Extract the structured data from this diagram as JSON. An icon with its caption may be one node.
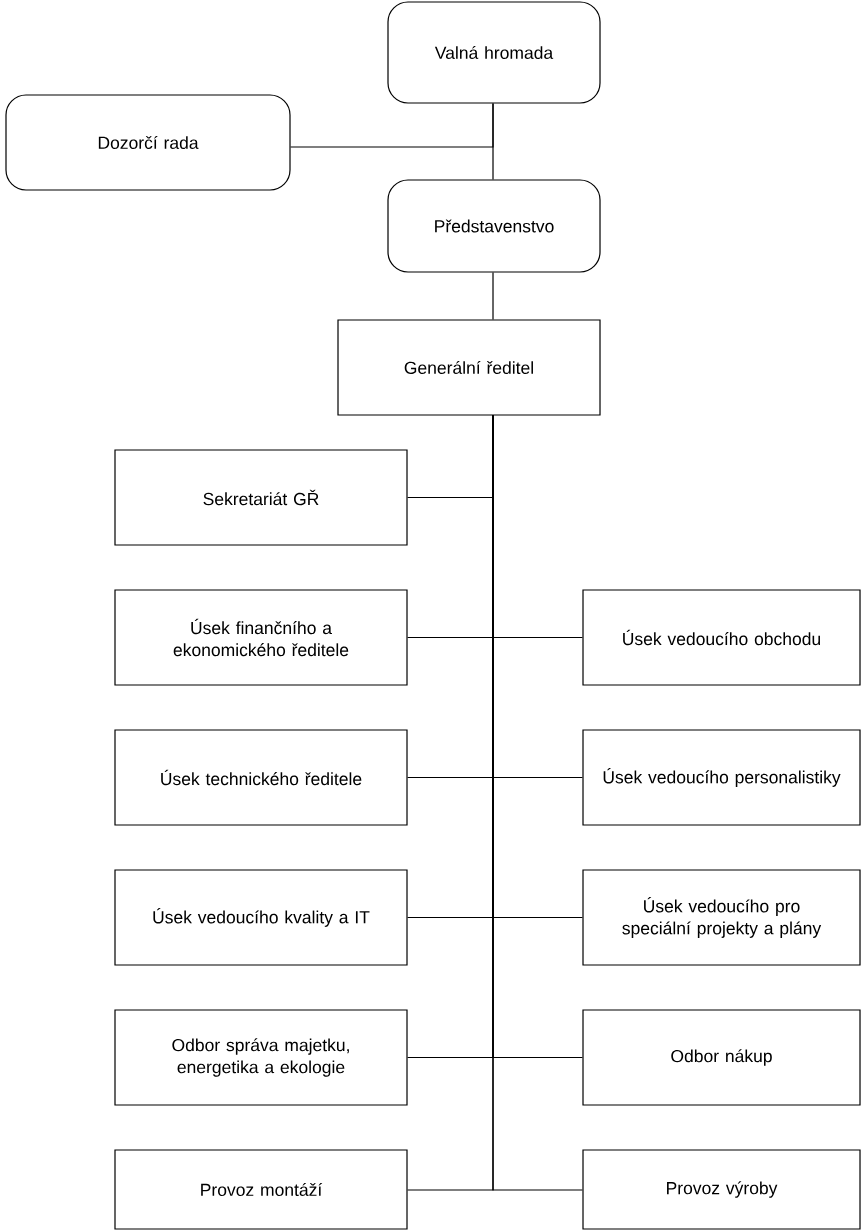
{
  "diagram": {
    "nodes": [
      {
        "text": [
          "Valná hromada"
        ]
      },
      {
        "text": [
          "Dozorčí rada"
        ]
      },
      {
        "text": [
          "Představenstvo"
        ]
      },
      {
        "text": [
          "Generální ředitel"
        ]
      },
      {
        "text": [
          "Sekretariát GŘ"
        ]
      },
      {
        "text": [
          "Úsek finančního a ekonomického ředitele"
        ]
      },
      {
        "text": [
          "Úsek vedoucího obchodu"
        ]
      },
      {
        "text": [
          "Úsek technického ředitele"
        ]
      },
      {
        "text": [
          "Úsek vedoucího personalistiky"
        ]
      },
      {
        "text": [
          "Úsek vedoucího kvality a IT"
        ]
      },
      {
        "text": [
          "Úsek vedoucího pro speciální projekty a plány"
        ]
      },
      {
        "text": [
          "Odbor správa majetku, energetika a ekologie"
        ]
      },
      {
        "text": [
          "Odbor nákup"
        ]
      },
      {
        "text": [
          "Provoz montáží"
        ]
      },
      {
        "text": [
          "Provoz výroby"
        ]
      }
    ],
    "edges": [
      {
        "from": 0,
        "to": 2,
        "arrow": "none"
      },
      {
        "from": 1,
        "to": 0,
        "arrow": "none"
      },
      {
        "from": 2,
        "to": 3,
        "arrow": "none"
      },
      {
        "from": 3,
        "to": 4,
        "arrow": "none"
      },
      {
        "from": 3,
        "to": 5,
        "arrow": "none"
      },
      {
        "from": 3,
        "to": 6,
        "arrow": "none"
      },
      {
        "from": 3,
        "to": 7,
        "arrow": "none"
      },
      {
        "from": 3,
        "to": 8,
        "arrow": "none"
      },
      {
        "from": 3,
        "to": 9,
        "arrow": "none"
      },
      {
        "from": 3,
        "to": 10,
        "arrow": "none"
      },
      {
        "from": 3,
        "to": 11,
        "arrow": "none"
      },
      {
        "from": 3,
        "to": 12,
        "arrow": "none"
      },
      {
        "from": 3,
        "to": 13,
        "arrow": "none"
      },
      {
        "from": 3,
        "to": 14,
        "arrow": "none"
      }
    ]
  }
}
